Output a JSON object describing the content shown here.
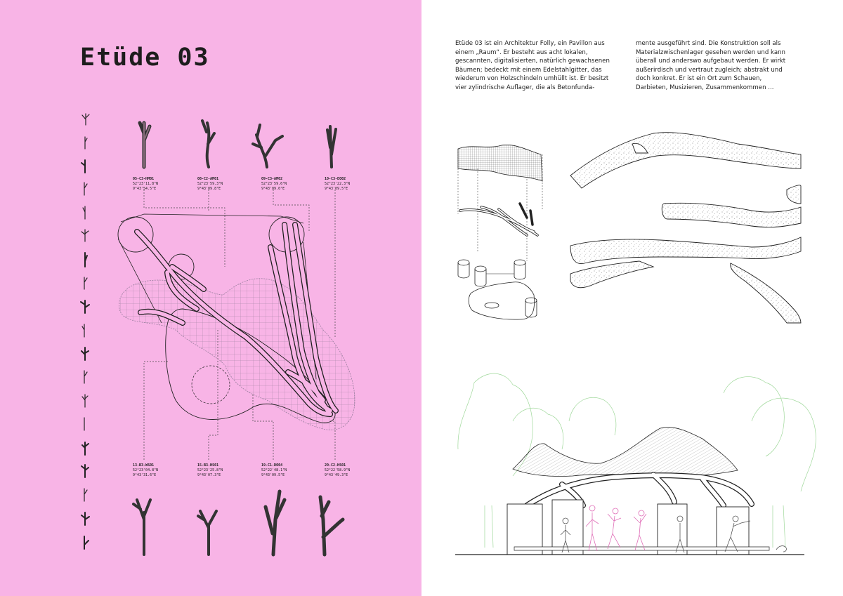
{
  "left_page": {
    "title": "Etüde 03",
    "top_tags": [
      {
        "id": "05-C3-HM01",
        "lat": "52°23'11.8\"N",
        "lon": "9°43'54.5\"E"
      },
      {
        "id": "08-C2-AM01",
        "lat": "52°23'59.3\"N",
        "lon": "9°43'09.8\"E"
      },
      {
        "id": "09-C3-AM02",
        "lat": "52°23'59.6\"N",
        "lon": "9°43'09.0\"E"
      },
      {
        "id": "10-C3-EO02",
        "lat": "52°23'22.3\"N",
        "lon": "9°43'09.5\"E"
      }
    ],
    "bottom_tags": [
      {
        "id": "13-B3-WS01",
        "lat": "52°23'04.8\"N",
        "lon": "9°43'31.6\"E"
      },
      {
        "id": "15-B3-HS01",
        "lat": "52°23'25.8\"N",
        "lon": "9°43'07.3\"E"
      },
      {
        "id": "19-C1-DO04",
        "lat": "52°22'48.1\"N",
        "lon": "9°43'09.5\"E"
      },
      {
        "id": "20-C2-HS01",
        "lat": "52°22'58.9\"N",
        "lon": "9°43'49.3\"E"
      }
    ]
  },
  "right_page": {
    "text_col_1": "Etüde 03 ist ein Architektur Folly, ein Pavillon aus einem „Raum“. Er besteht aus acht lokalen, gescannten, digitalisierten, natürlich gewachsenen Bäumen; bedeckt mit einem Edelstahlgitter, das wiederum von Holzschindeln umhüllt ist. Er besitzt vier zylindrische Auflager, die als Betonfunda-",
    "text_col_2": "mente ausgeführt sind. Die Konstruktion soll als Materialzwischenlager gesehen werden und kann überall und anderswo aufgebaut werden. Er wirkt außerirdisch und vertraut zugleich; abstrakt und doch konkret. Er ist ein Ort zum Schauen, Darbieten, Musizieren, Zusammenkommen ..."
  },
  "colors": {
    "pink_page": "#f8b4e6",
    "ink": "#1d1d1d",
    "tree_green": "#9fd89a",
    "figure_pink": "#e06fb8"
  }
}
